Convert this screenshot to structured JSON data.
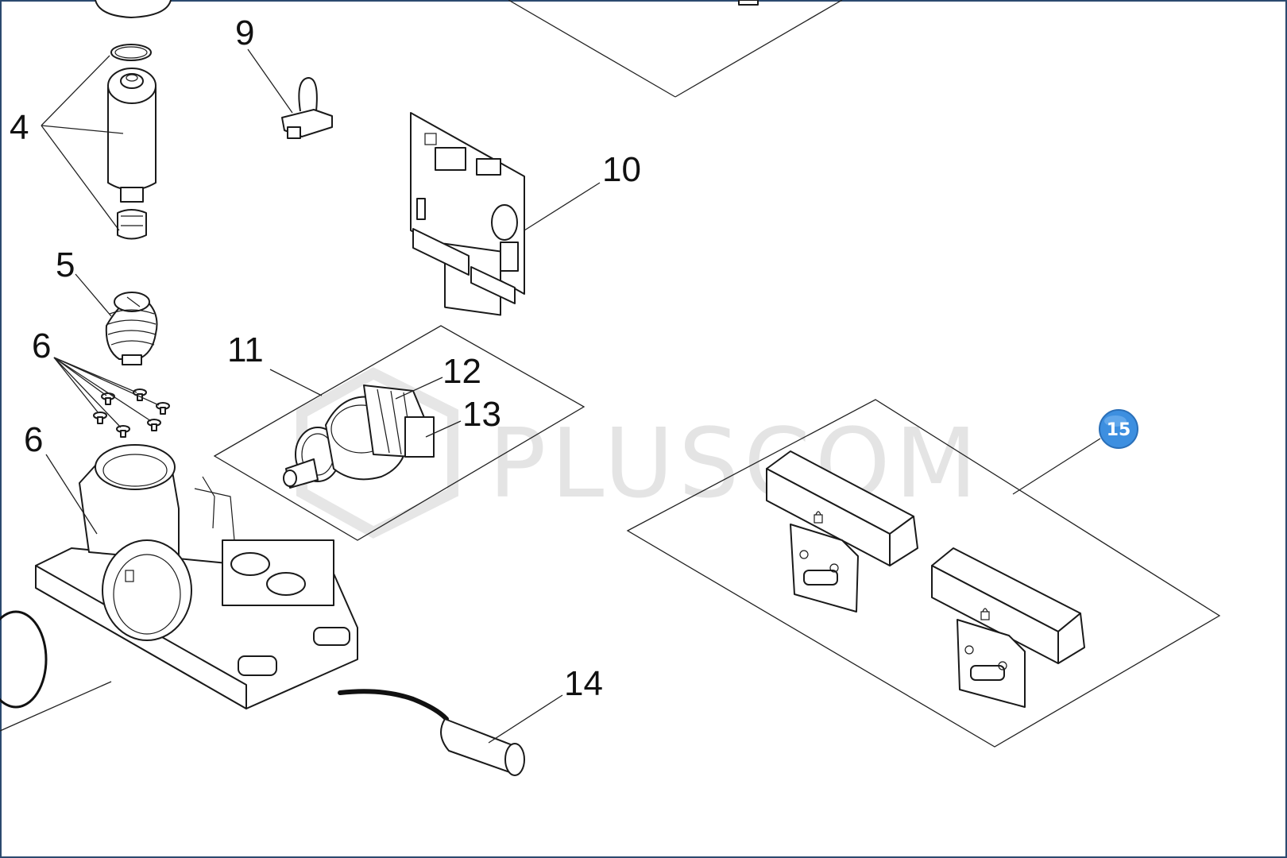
{
  "watermark": {
    "text": "PLUSCOM"
  },
  "labels": {
    "p4": "4",
    "p5": "5",
    "p6a": "6",
    "p6b": "6",
    "p9": "9",
    "p10": "10",
    "p11": "11",
    "p12": "12",
    "p13": "13",
    "p14": "14",
    "p15": "15"
  },
  "colors": {
    "badge": "#3d8fe0",
    "border": "#2b4a6f",
    "watermark": "#e4e4e4"
  }
}
